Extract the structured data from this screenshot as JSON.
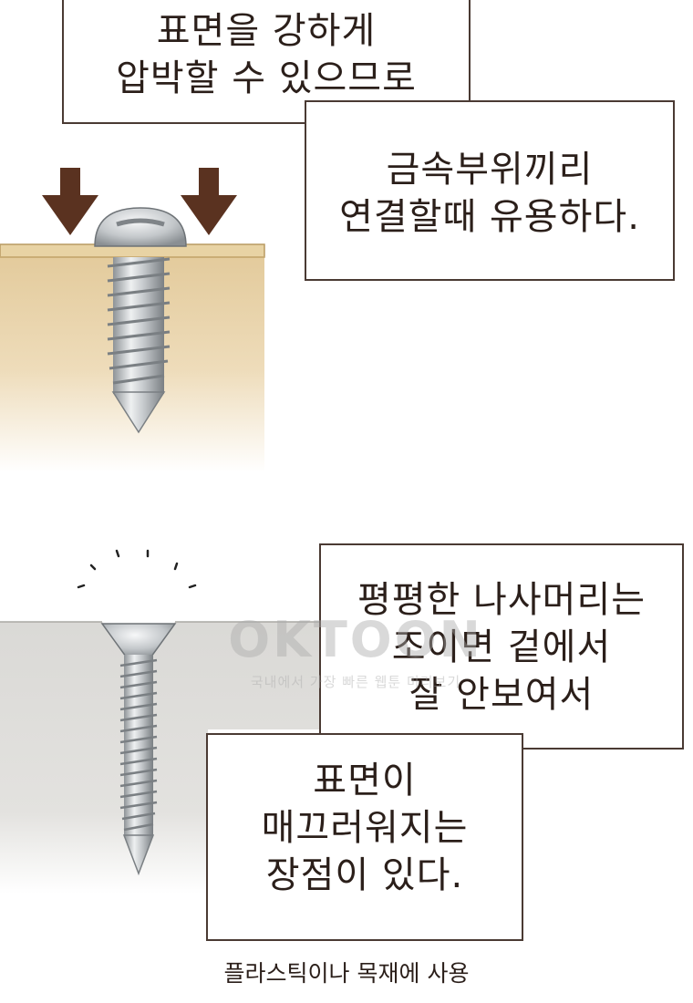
{
  "panel_top": {
    "caption_a": "표면을 강하게\n압박할 수 있으므로",
    "caption_b": "금속부위끼리\n연결할때 유용하다."
  },
  "panel_bottom": {
    "caption_a": "평평한 나사머리는\n조이면  겉에서\n잘 안보여서",
    "caption_b": "표면이\n매끄러워지는\n장점이 있다.",
    "footer": "플라스틱이나 목재에 사용"
  },
  "watermark": {
    "logo": "OKTOON",
    "tagline": "국내에서 가장 빠른 웹툰 미리보기"
  },
  "colors": {
    "border": "#4a3a33",
    "wood": "#e4cf9f",
    "wood_edge": "#cfb27a",
    "concrete": "#dcdbd8",
    "arrow": "#5a3220",
    "text": "#2b1f1a"
  },
  "icons": [
    "down-arrow-icon",
    "pan-head-screw-icon",
    "flat-head-screw-icon",
    "sparkle-lines-icon"
  ]
}
